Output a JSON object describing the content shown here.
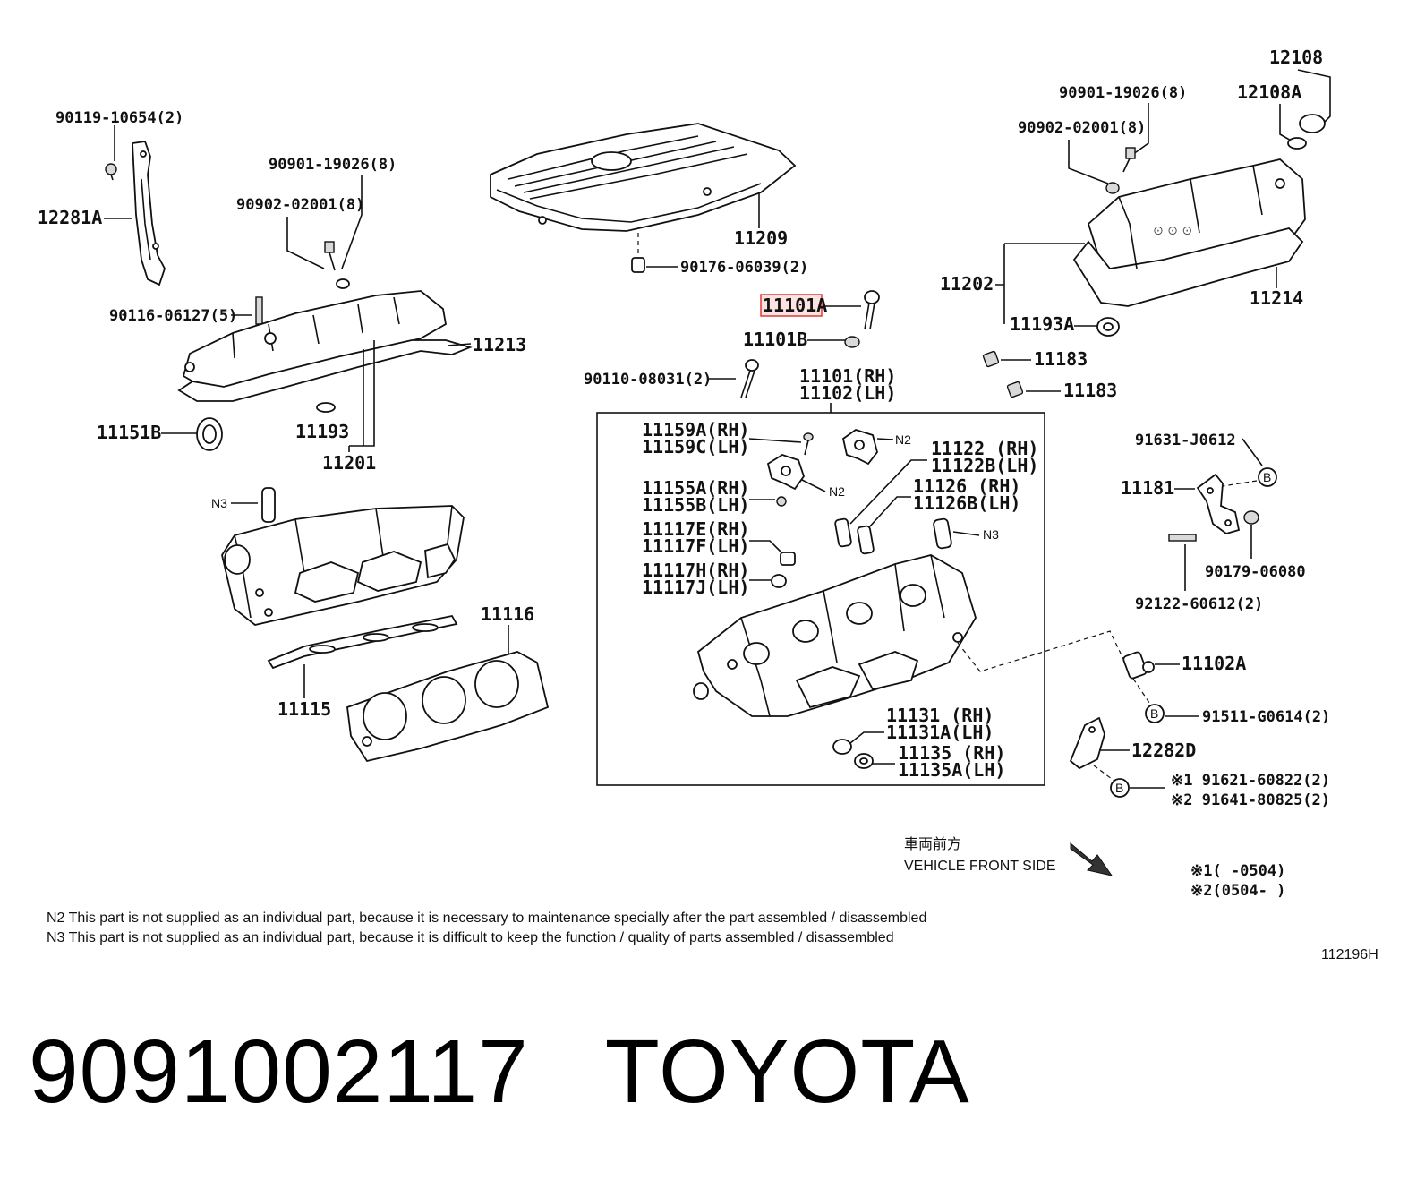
{
  "labels": {
    "p90119": "90119-10654(2)",
    "p12281A": "12281A",
    "p90901a": "90901-19026(8)",
    "p90902a": "90902-02001(8)",
    "p90116": "90116-06127(5)",
    "p11213": "11213",
    "p11151B": "11151B",
    "p11193": "11193",
    "p11201": "11201",
    "pN3a": "N3",
    "p11116": "11116",
    "p11115": "11115",
    "p11209": "11209",
    "p90176": "90176-06039(2)",
    "p11101A": "11101A",
    "p11101B": "11101B",
    "p90110": "90110-08031(2)",
    "p11101RH": "11101(RH)",
    "p11102LH": "11102(LH)",
    "p11159A": "11159A(RH)",
    "p11159C": "11159C(LH)",
    "pN2a": "N2",
    "pN2b": "N2",
    "p11122": "11122 (RH)",
    "p11122B": "11122B(LH)",
    "p11126": "11126 (RH)",
    "p11126B": "11126B(LH)",
    "pN3b": "N3",
    "p11155A": "11155A(RH)",
    "p11155B": "11155B(LH)",
    "p11117E": "11117E(RH)",
    "p11117F": "11117F(LH)",
    "p11117H": "11117H(RH)",
    "p11117J": "11117J(LH)",
    "p11131": "11131 (RH)",
    "p11131A": "11131A(LH)",
    "p11135": "11135 (RH)",
    "p11135A": "11135A(LH)",
    "p90901b": "90901-19026(8)",
    "p90902b": "90902-02001(8)",
    "p12108": "12108",
    "p12108A": "12108A",
    "p11202": "11202",
    "p11214": "11214",
    "p11193A": "11193A",
    "p11183a": "11183",
    "p11183b": "11183",
    "p91631": "91631-J0612",
    "p11181": "11181",
    "p90179": "90179-06080",
    "p92122": "92122-60612(2)",
    "p11102A": "11102A",
    "p91511": "91511-G0614(2)",
    "p12282D": "12282D",
    "p91621": "※1 91621-60822(2)",
    "p91641": "※2 91641-80825(2)",
    "circB": "B"
  },
  "front": {
    "jp": "車両前方",
    "en": "VEHICLE FRONT SIDE"
  },
  "dates": {
    "d1": "※1(      -0504)",
    "d2": "※2(0504-      )"
  },
  "notes": {
    "n2": "N2  This part is not supplied as an individual part, because it is necessary to maintenance specially after the part assembled / disassembled",
    "n3": "N3  This part is not supplied as an individual part, because it is difficult to keep the function / quality of parts  assembled / disassembled"
  },
  "ref_code": "112196H",
  "footer": {
    "part_number": "9091002117",
    "brand": "TOYOTA"
  },
  "colors": {
    "highlight_fill": "#fde2e2",
    "highlight_stroke": "#e53935",
    "ink": "#111111"
  }
}
